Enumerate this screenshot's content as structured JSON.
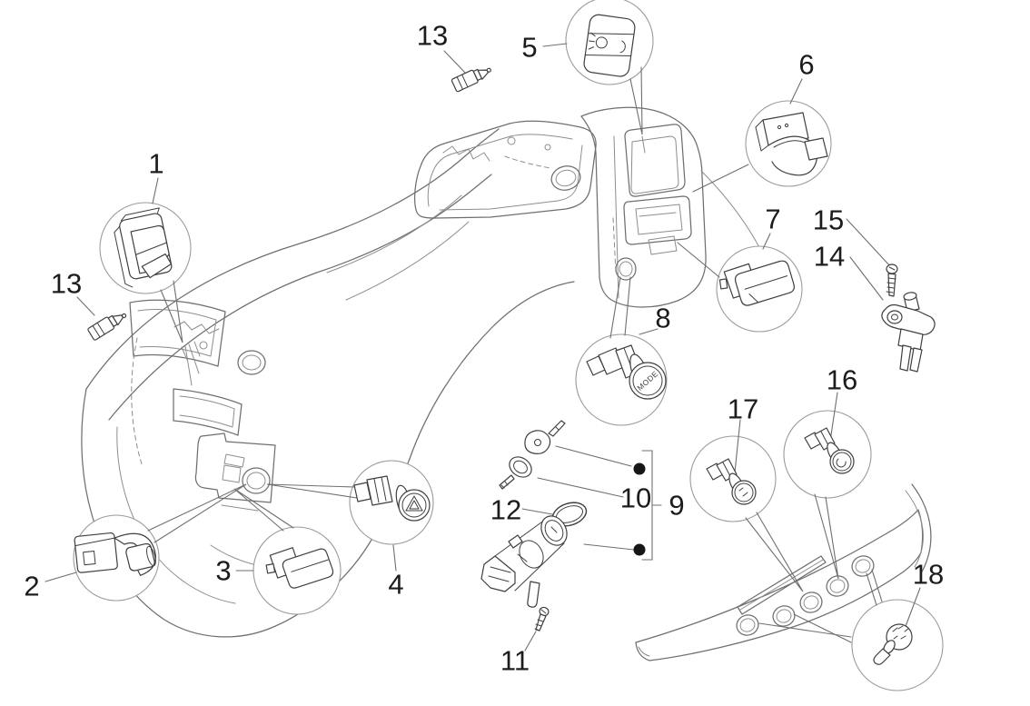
{
  "diagram": {
    "labels": [
      "1",
      "2",
      "3",
      "4",
      "5",
      "6",
      "7",
      "8",
      "9",
      "10",
      "11",
      "12",
      "13",
      "13",
      "14",
      "15",
      "16",
      "17",
      "18"
    ],
    "mode_button_text": "MODE",
    "colors": {
      "background": "#ffffff",
      "label_text": "#1c1c1c",
      "artwork_line": "#6f6f6f",
      "detail_line": "#8d8d8d",
      "part_line": "#3f3f3f",
      "callout_circle": "#9b9b9b",
      "group_dot": "#161616"
    }
  }
}
